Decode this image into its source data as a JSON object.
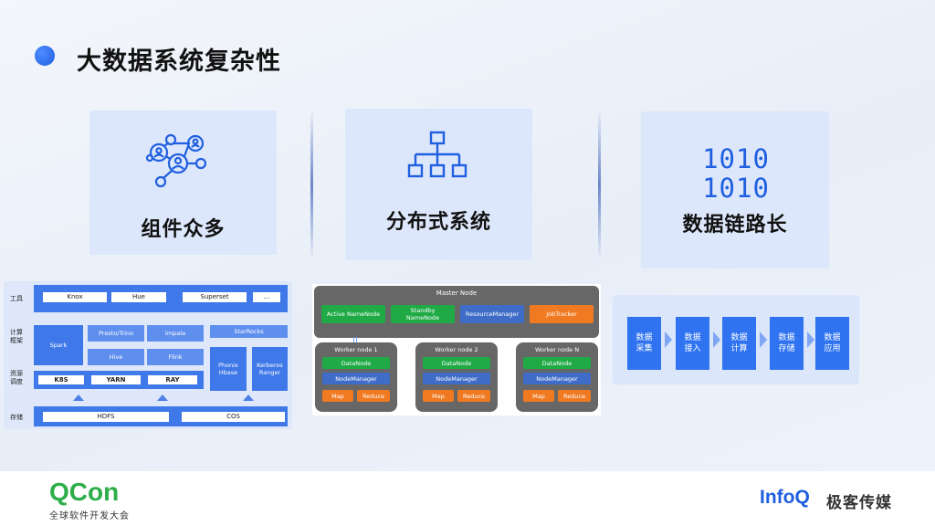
{
  "title": "大数据系统复杂性",
  "cards": [
    {
      "label": "组件众多",
      "icon": "network-people-icon"
    },
    {
      "label": "分布式系统",
      "icon": "hierarchy-icon"
    },
    {
      "label": "数据链路长",
      "icon": "binary-icon",
      "icon_text_1": "1010",
      "icon_text_2": "1010"
    }
  ],
  "arch": {
    "labels": {
      "tools": "工具",
      "compute": "计算\n框架",
      "resource": "资源\n调度",
      "storage": "存储"
    },
    "tools": [
      "Knox",
      "Hue",
      "Superset",
      "..."
    ],
    "compute": {
      "spark": "Spark",
      "presto": "Presto/Trino",
      "impala": "Impala",
      "starrocks": "StarRocks",
      "hive": "Hive",
      "flink": "Flink"
    },
    "resource": [
      "K8S",
      "YARN",
      "RAY"
    ],
    "side": {
      "phoenix": "Phonix\nHbase",
      "kerberos": "Kerberos\nRanger"
    },
    "storage": [
      "HDFS",
      "COS"
    ]
  },
  "hadoop": {
    "master_title": "Master Node",
    "master_items": [
      "Active NameNode",
      "Standby\nNameNode",
      "ResourceManager",
      "JobTracker"
    ],
    "workers": [
      {
        "title": "Worker node 1",
        "datanode": "DataNode",
        "nodemanager": "NodeManager",
        "map": "Map",
        "reduce": "Reduce"
      },
      {
        "title": "Worker node 2",
        "datanode": "DataNode",
        "nodemanager": "NodeManager",
        "map": "Map",
        "reduce": "Reduce"
      },
      {
        "title": "Worker node N",
        "datanode": "DataNode",
        "nodemanager": "NodeManager",
        "map": "Map",
        "reduce": "Reduce"
      }
    ]
  },
  "pipeline": [
    "数据\n采集",
    "数据\n接入",
    "数据\n计算",
    "数据\n存储",
    "数据\n应用"
  ],
  "footer": {
    "qcon": "QCon",
    "qcon_sub": "全球软件开发大会",
    "infoq": "InfoQ",
    "infoq_cn": "极客传媒"
  },
  "colors": {
    "accent": "#2f73f0",
    "green": "#1faa45",
    "orange": "#f07a22",
    "gray": "#676767"
  }
}
